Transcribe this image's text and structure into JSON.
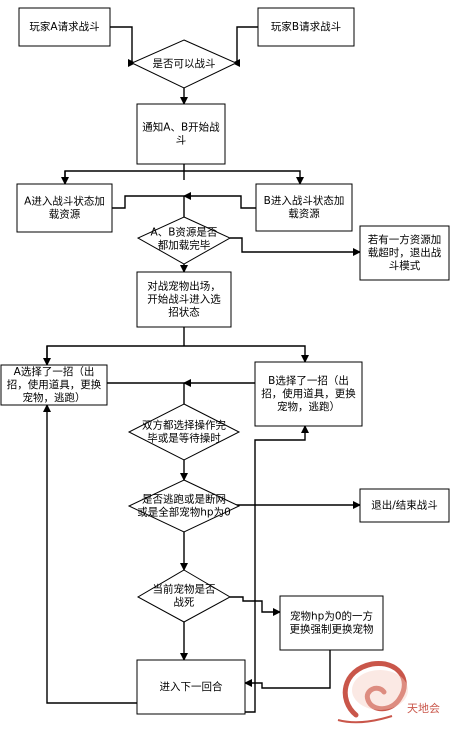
{
  "nodes": {
    "player_a_request": [
      "玩家A请求战斗"
    ],
    "player_b_request": [
      "玩家B请求战斗"
    ],
    "can_battle": [
      "是否可以战斗"
    ],
    "notify_start": [
      "通知A、B开始战",
      "斗"
    ],
    "a_loading": [
      "A进入战斗状态加",
      "载资源"
    ],
    "b_loading": [
      "B进入战斗状态加",
      "载资源"
    ],
    "resources_loaded": [
      "A、B资源是否",
      "都加载完毕"
    ],
    "load_timeout": [
      "若有一方资源加",
      "载超时，退出战",
      "斗模式"
    ],
    "pets_enter": [
      "对战宠物出场，",
      "开始战斗进入选",
      "招状态"
    ],
    "a_select": [
      "A选择了一招（出",
      "招，使用道具，更换",
      "宠物，逃跑）"
    ],
    "b_select": [
      "B选择了一招（出",
      "招，使用道具，更换",
      "宠物，逃跑）"
    ],
    "both_selected": [
      "双方都选择操作完",
      "毕或是等待操时"
    ],
    "escape_check": [
      "是否逃跑或是断网",
      "或是全部宠物hp为0"
    ],
    "exit_battle": [
      "退出/结束战斗"
    ],
    "pet_dead": [
      "当前宠物是否",
      "战死"
    ],
    "force_switch": [
      "宠物hp为0的一方",
      "更换强制更换宠物"
    ],
    "next_round": [
      "进入下一回合"
    ]
  },
  "watermark": {
    "logo_icon": "swirl-logo-icon",
    "text": "天地会",
    "colors": {
      "logo": "#c0392b",
      "fill": "#f6c6b8"
    }
  }
}
